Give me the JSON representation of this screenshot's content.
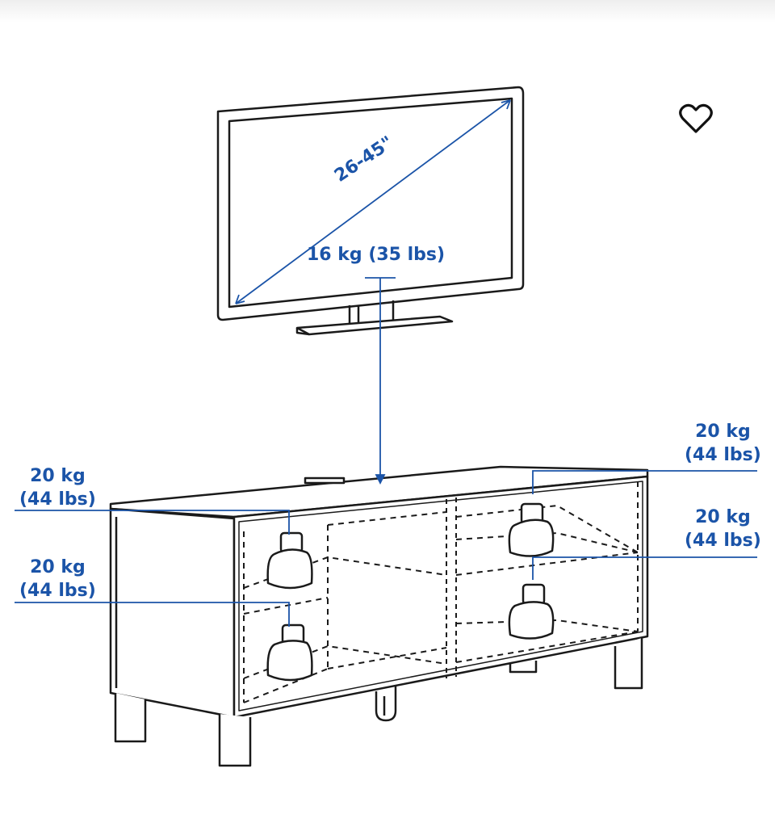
{
  "tv": {
    "size_label": "26-45\"",
    "weight_label": "16 kg (35 lbs)"
  },
  "shelves": {
    "top_left": {
      "kg": "20 kg",
      "lbs": "(44 lbs)"
    },
    "bottom_left": {
      "kg": "20 kg",
      "lbs": "(44 lbs)"
    },
    "top_right": {
      "kg": "20 kg",
      "lbs": "(44 lbs)"
    },
    "bottom_right": {
      "kg": "20 kg",
      "lbs": "(44 lbs)"
    }
  },
  "colors": {
    "annotation": "#1b54a8",
    "outline": "#1a1a1a"
  },
  "icons": {
    "favorite": "heart-outline-icon"
  }
}
